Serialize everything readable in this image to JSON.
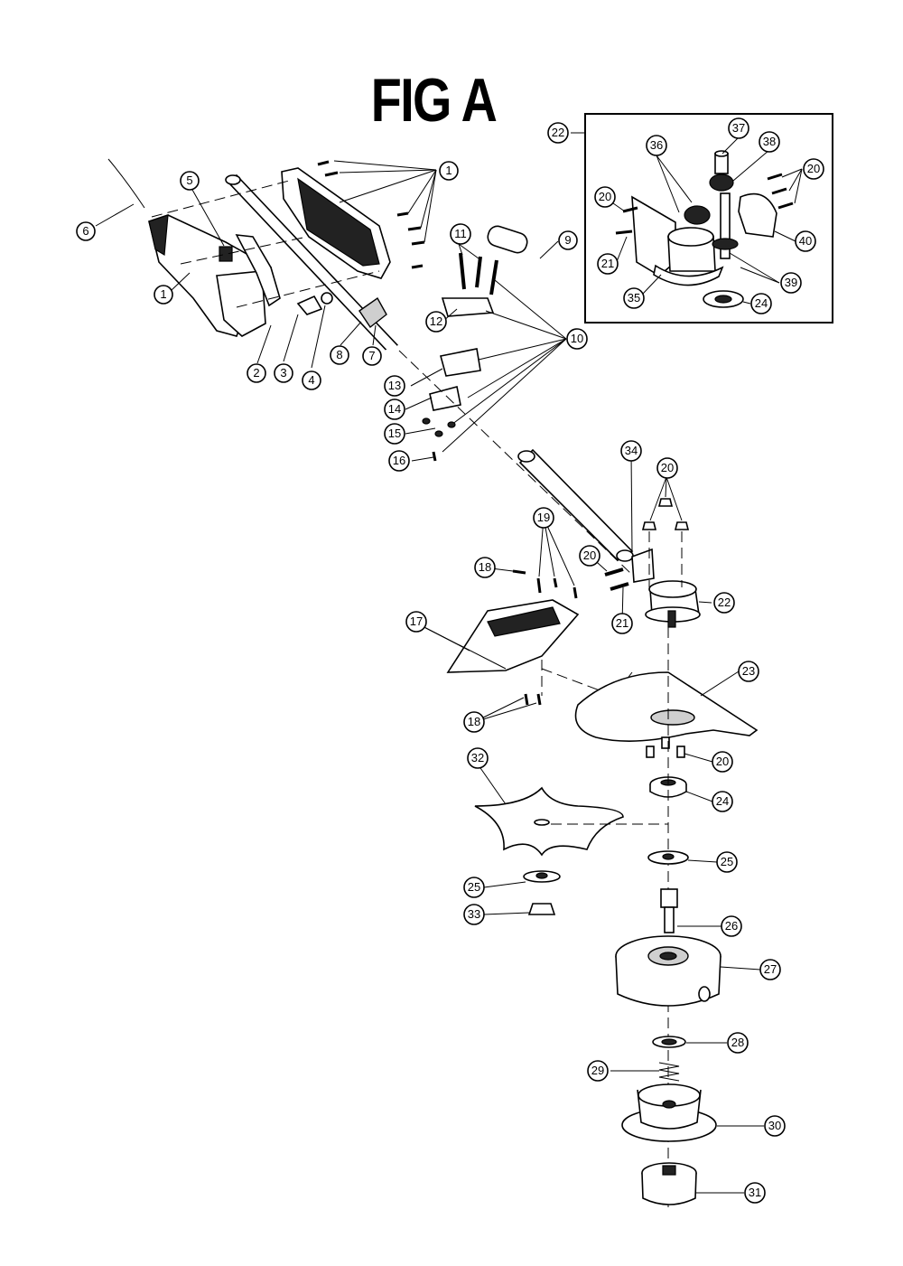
{
  "figure": {
    "title": "FIG A"
  },
  "callouts": {
    "c1a": "1",
    "c1b": "1",
    "c2": "2",
    "c3": "3",
    "c4": "4",
    "c5": "5",
    "c6": "6",
    "c7": "7",
    "c8": "8",
    "c9": "9",
    "c10": "10",
    "c11": "11",
    "c12": "12",
    "c13": "13",
    "c14": "14",
    "c15": "15",
    "c16": "16",
    "c17": "17",
    "c18a": "18",
    "c18b": "18",
    "c19": "19",
    "c20a": "20",
    "c20b": "20",
    "c20c": "20",
    "c20d": "20",
    "c20e": "20",
    "c21a": "21",
    "c21b": "21",
    "c22a": "22",
    "c22b": "22",
    "c23": "23",
    "c24a": "24",
    "c24b": "24",
    "c25a": "25",
    "c25b": "25",
    "c26": "26",
    "c27": "27",
    "c28": "28",
    "c29": "29",
    "c30": "30",
    "c31": "31",
    "c32": "32",
    "c33": "33",
    "c34": "34",
    "c35": "35",
    "c36": "36",
    "c37": "37",
    "c38": "38",
    "c39": "39",
    "c40": "40"
  }
}
